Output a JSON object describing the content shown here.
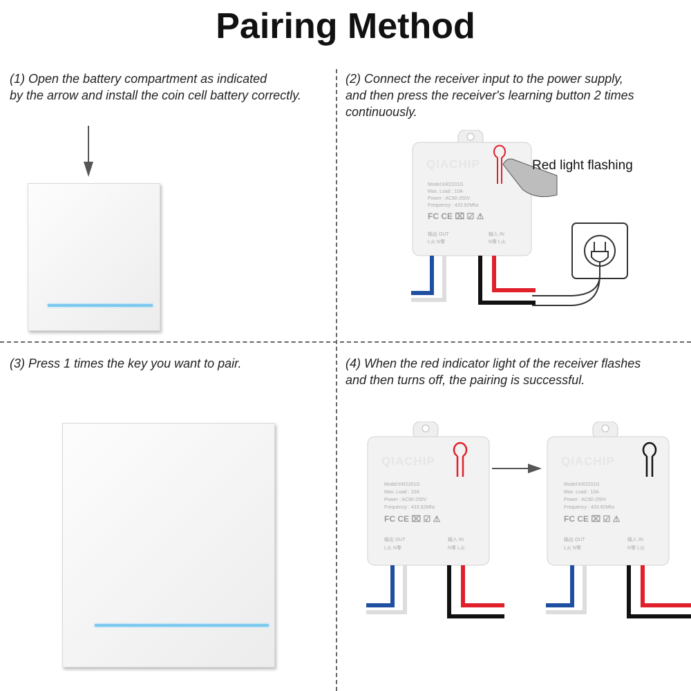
{
  "title": "Pairing Method",
  "steps": [
    {
      "line1": "(1) Open the battery compartment as indicated",
      "line2": "by the arrow and install the coin cell battery correctly."
    },
    {
      "line1": "(2) Connect the receiver input to the power supply,",
      "line2": "and then press the receiver's learning button 2 times",
      "line3": "continuously."
    },
    {
      "line1": "(3) Press 1 times the key you want to pair."
    },
    {
      "line1": "(4) When the red indicator light of the receiver flashes",
      "line2": "and then turns off, the pairing is successful."
    }
  ],
  "annotation": "Red light flashing",
  "receiver": {
    "brand": "QIACHIP",
    "model": "Model:KR2201G",
    "load": "Max. Load : 10A",
    "power": "Power : AC90-250V",
    "freq": "Frequency : 433.92Mhz",
    "certs": "FC CE ⌧ ☑ ⚠",
    "out": "输出 OUT",
    "out_pins": "L火  N零",
    "in": "输入 IN",
    "in_pins": "N零  L火"
  },
  "colors": {
    "led": "#7cc8ef",
    "red": "#e0202a",
    "blue": "#1f4fa0",
    "black": "#111111"
  }
}
